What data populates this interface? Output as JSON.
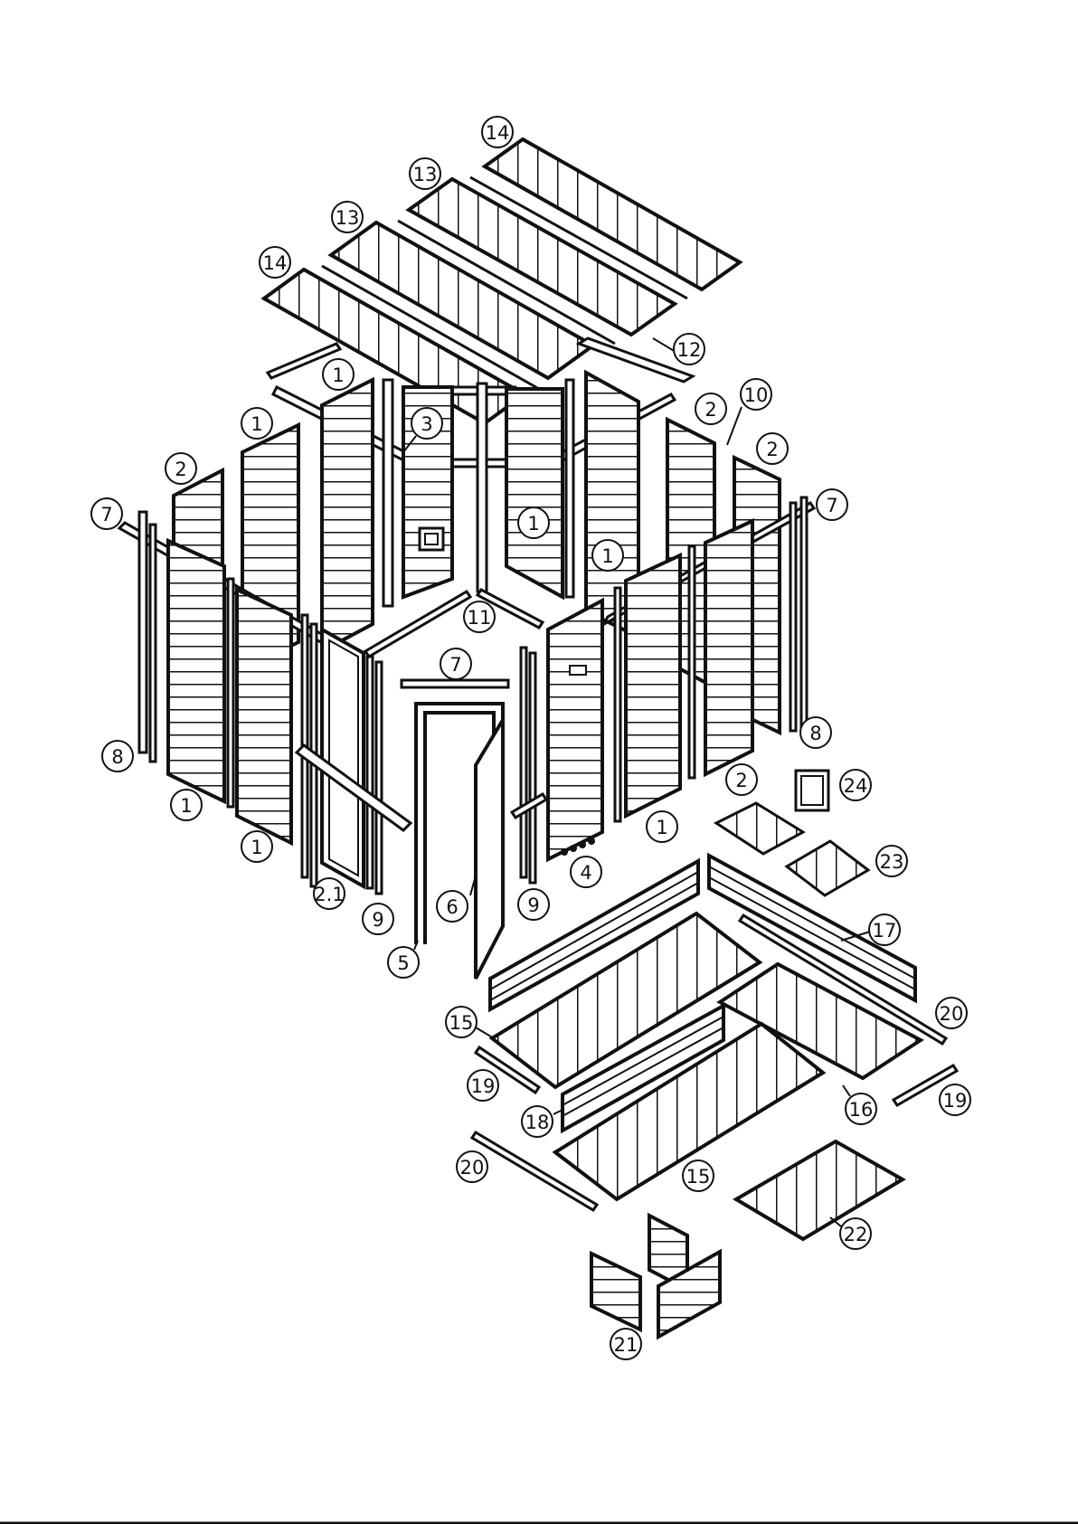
{
  "colors": {
    "ink": "#111111",
    "paper": "#ffffff"
  },
  "callouts": [
    {
      "id": "c14a",
      "label": "14"
    },
    {
      "id": "c13a",
      "label": "13"
    },
    {
      "id": "c13b",
      "label": "13"
    },
    {
      "id": "c14b",
      "label": "14"
    },
    {
      "id": "c12",
      "label": "12"
    },
    {
      "id": "c1a",
      "label": "1"
    },
    {
      "id": "c1b",
      "label": "1"
    },
    {
      "id": "c3",
      "label": "3"
    },
    {
      "id": "c2a",
      "label": "2"
    },
    {
      "id": "c10",
      "label": "10"
    },
    {
      "id": "c2b",
      "label": "2"
    },
    {
      "id": "c2c",
      "label": "2"
    },
    {
      "id": "c7a",
      "label": "7"
    },
    {
      "id": "c7b",
      "label": "7"
    },
    {
      "id": "c1c",
      "label": "1"
    },
    {
      "id": "c1d",
      "label": "1"
    },
    {
      "id": "c11",
      "label": "11"
    },
    {
      "id": "c7c",
      "label": "7"
    },
    {
      "id": "c8a",
      "label": "8"
    },
    {
      "id": "c8b",
      "label": "8"
    },
    {
      "id": "c1e",
      "label": "1"
    },
    {
      "id": "c1f",
      "label": "1"
    },
    {
      "id": "c1g",
      "label": "1"
    },
    {
      "id": "c2d",
      "label": "2"
    },
    {
      "id": "c24",
      "label": "24"
    },
    {
      "id": "c23",
      "label": "23"
    },
    {
      "id": "c21_1",
      "label": "2.1"
    },
    {
      "id": "c9a",
      "label": "9"
    },
    {
      "id": "c6",
      "label": "6"
    },
    {
      "id": "c9b",
      "label": "9"
    },
    {
      "id": "c4",
      "label": "4"
    },
    {
      "id": "c5",
      "label": "5"
    },
    {
      "id": "c17",
      "label": "17"
    },
    {
      "id": "c20a",
      "label": "20"
    },
    {
      "id": "c15a",
      "label": "15"
    },
    {
      "id": "c19a",
      "label": "19"
    },
    {
      "id": "c16",
      "label": "16"
    },
    {
      "id": "c19b",
      "label": "19"
    },
    {
      "id": "c18",
      "label": "18"
    },
    {
      "id": "c20b",
      "label": "20"
    },
    {
      "id": "c15b",
      "label": "15"
    },
    {
      "id": "c22",
      "label": "22"
    },
    {
      "id": "c21",
      "label": "21"
    }
  ]
}
